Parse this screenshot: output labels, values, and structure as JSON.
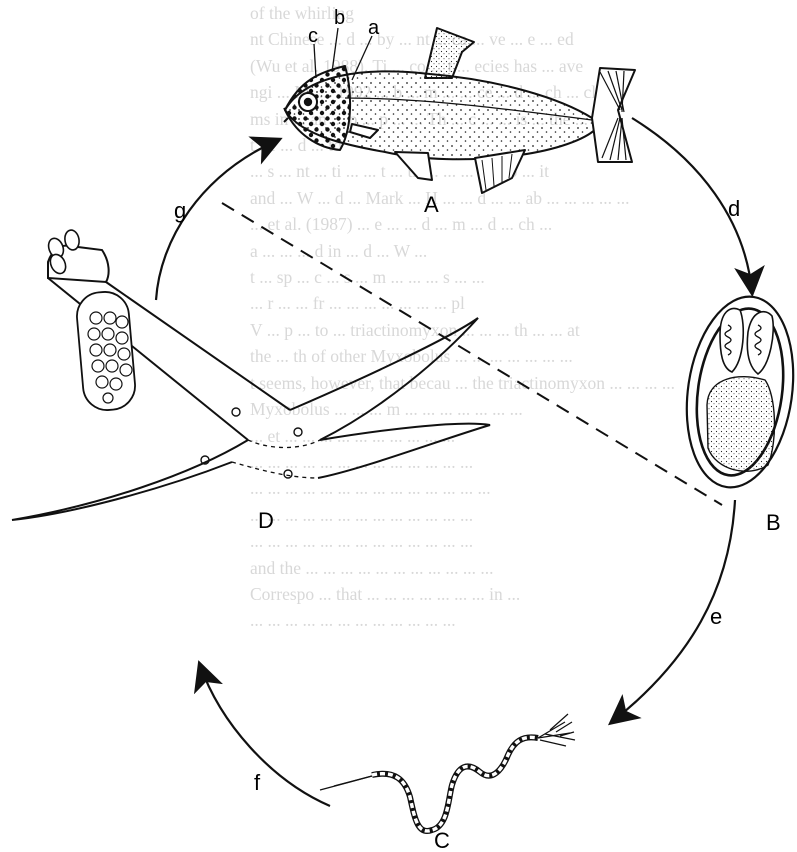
{
  "stage_labels": {
    "fish": "A",
    "spore": "B",
    "worm": "C",
    "triactinomyxon": "D"
  },
  "fish_part_labels": {
    "a": "a",
    "b": "b",
    "c": "c"
  },
  "transition_labels": {
    "d": "d",
    "e": "e",
    "f": "f",
    "g": "g"
  },
  "background_text_lines": [
    "of the whirling",
    "nt Chinese ... d ... by ... nt ... ca ... ve ... e ... ed",
    "(Wu et al. 1988). Ti ... co ... t ... ecies has ... ave",
    "ngi ... Mi ... 1992 ... b ... m ... ... ce ... d ... ch ... cl",
    "ms in ... an ... p ... p ... ... Th ... c ... ... is ... the ... b",
    "t be ... d ... to",
    "... s ... nt ... ti ... ... t ... th ... ... ... g ... b ... it",
    "and ... W ... d ... Mark ... H ... ... d ... ... ab ... ... ... ... ...",
    "... et al. (1987) ... e ... ... d ... m ... d ... ch ...",
    "a ... ... ... d in ... d ... W ...",
    "t ... sp ... c ... s ... m ... ... ... s ... ...",
    "... r ... ... fr ... ... ... ... ... ... ... pl",
    "V ... p ... to ... triactinomyxon ... ... ... th ... ... at",
    "the ... th of other Myxobolus ... ... ... ... ... ... ...",
    "t seems, however, that becau ... the triactinomyxon ... ... ... ...",
    "Myxobolus ... ... ... m ... ... ... ... ... ... ...",
    "... et ... ... ... ... ... ... ... ... ... ...",
    "... ... ... ... ... ... ... ... ... ... ... ... ...",
    "... ... ... ... ... ... ... ... ... ... ... ... ... ...",
    "... ... ... ... ... ... ... ... ... ... ... ... ...",
    "... ... ... ... ... ... ... ... ... ... ... ... ...",
    "and the ... ... ... ... ... ... ... ... ... ... ...",
    "Correspo ... that ... ... ... ... ... ... ... in ...",
    "... ... ... ... ... ... ... ... ... ... ... ..."
  ],
  "colors": {
    "ink": "#111111",
    "background_text": "#d8d8d8"
  }
}
